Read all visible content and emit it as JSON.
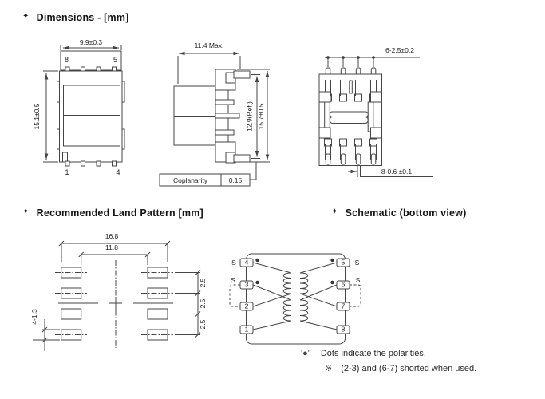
{
  "sections": {
    "dimensions": {
      "bullet": "✦",
      "title": "Dimensions - [mm]"
    },
    "land_pattern": {
      "bullet": "✦",
      "title": "Recommended Land Pattern [mm]"
    },
    "schematic": {
      "bullet": "✦",
      "title": "Schematic (bottom view)"
    }
  },
  "front_view": {
    "dim_width": "9.9±0.3",
    "dim_height": "15.1±0.5",
    "pin_top_left": "8",
    "pin_top_right": "5",
    "pin_bottom_left": "1",
    "pin_bottom_right": "4"
  },
  "side_view": {
    "dim_width": "11.4 Max.",
    "dim_ref": "12.9(Ref.)",
    "dim_height": "15.7±0.5",
    "coplanarity_label": "Coplanarity",
    "coplanarity_value": "0.15"
  },
  "bottom_view": {
    "dim_pitch": "6-2.5±0.2",
    "dim_lead": "8-0.6 ±0.1"
  },
  "land_pattern": {
    "dim_outer": "16.8",
    "dim_inner": "11.8",
    "dim_pad": "4-1.3",
    "pitch_labels": [
      "2.5",
      "2.5",
      "2.5"
    ]
  },
  "schematic": {
    "left_pins": [
      "4",
      "3",
      "2",
      "1"
    ],
    "right_pins": [
      "5",
      "6",
      "7",
      "8"
    ],
    "s_left_top": "S",
    "s_left_mid": "S",
    "s_right_top": "S",
    "s_right_mid": "S",
    "notes": [
      {
        "marker": "'●'",
        "text": "Dots indicate the polarities."
      },
      {
        "marker": "※",
        "text": "(2-3) and (6-7) shorted when used."
      }
    ]
  },
  "colors": {
    "line": "#454545",
    "text": "#222222",
    "background": "#ffffff"
  }
}
